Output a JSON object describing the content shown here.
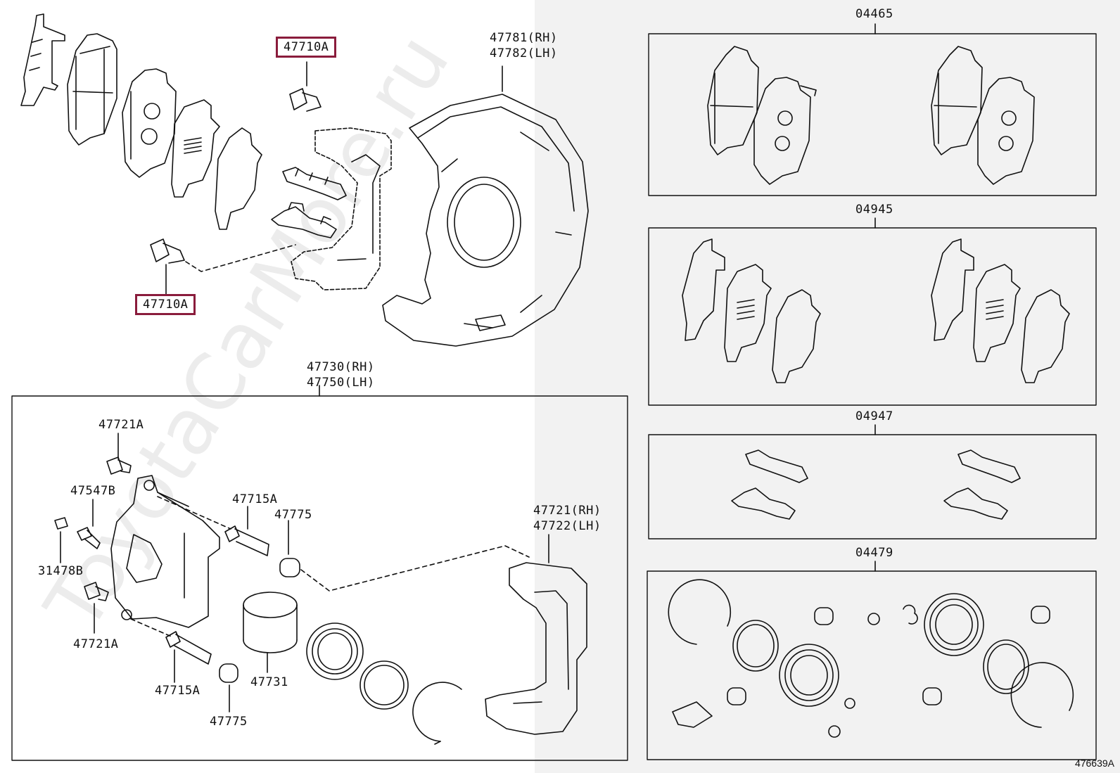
{
  "watermark": "ToyotaCarMore.ru",
  "diagram_id": "476639A",
  "labels": {
    "bolt_top": "47710A",
    "bolt_bottom": "47710A",
    "dust_cover_rh": "47781(RH)",
    "dust_cover_lh": "47782(LH)",
    "caliper_assy_rh": "47730(RH)",
    "caliper_assy_lh": "47750(LH)",
    "bolt_47721a_top": "47721A",
    "bleeder_plug": "47547B",
    "cap_31478b": "31478B",
    "bolt_47721a_bottom": "47721A",
    "pin_47715a_top": "47715A",
    "boot_47775_top": "47775",
    "pin_47715a_bottom": "47715A",
    "boot_47775_bottom": "47775",
    "piston": "47731",
    "mounting_rh": "47721(RH)",
    "mounting_lh": "47722(LH)",
    "kit_04465": "04465",
    "kit_04945": "04945",
    "kit_04947": "04947",
    "kit_04479": "04479"
  },
  "colors": {
    "highlight_border": "#8a1c3c",
    "line": "#111111",
    "right_background": "#f2f2f2"
  }
}
